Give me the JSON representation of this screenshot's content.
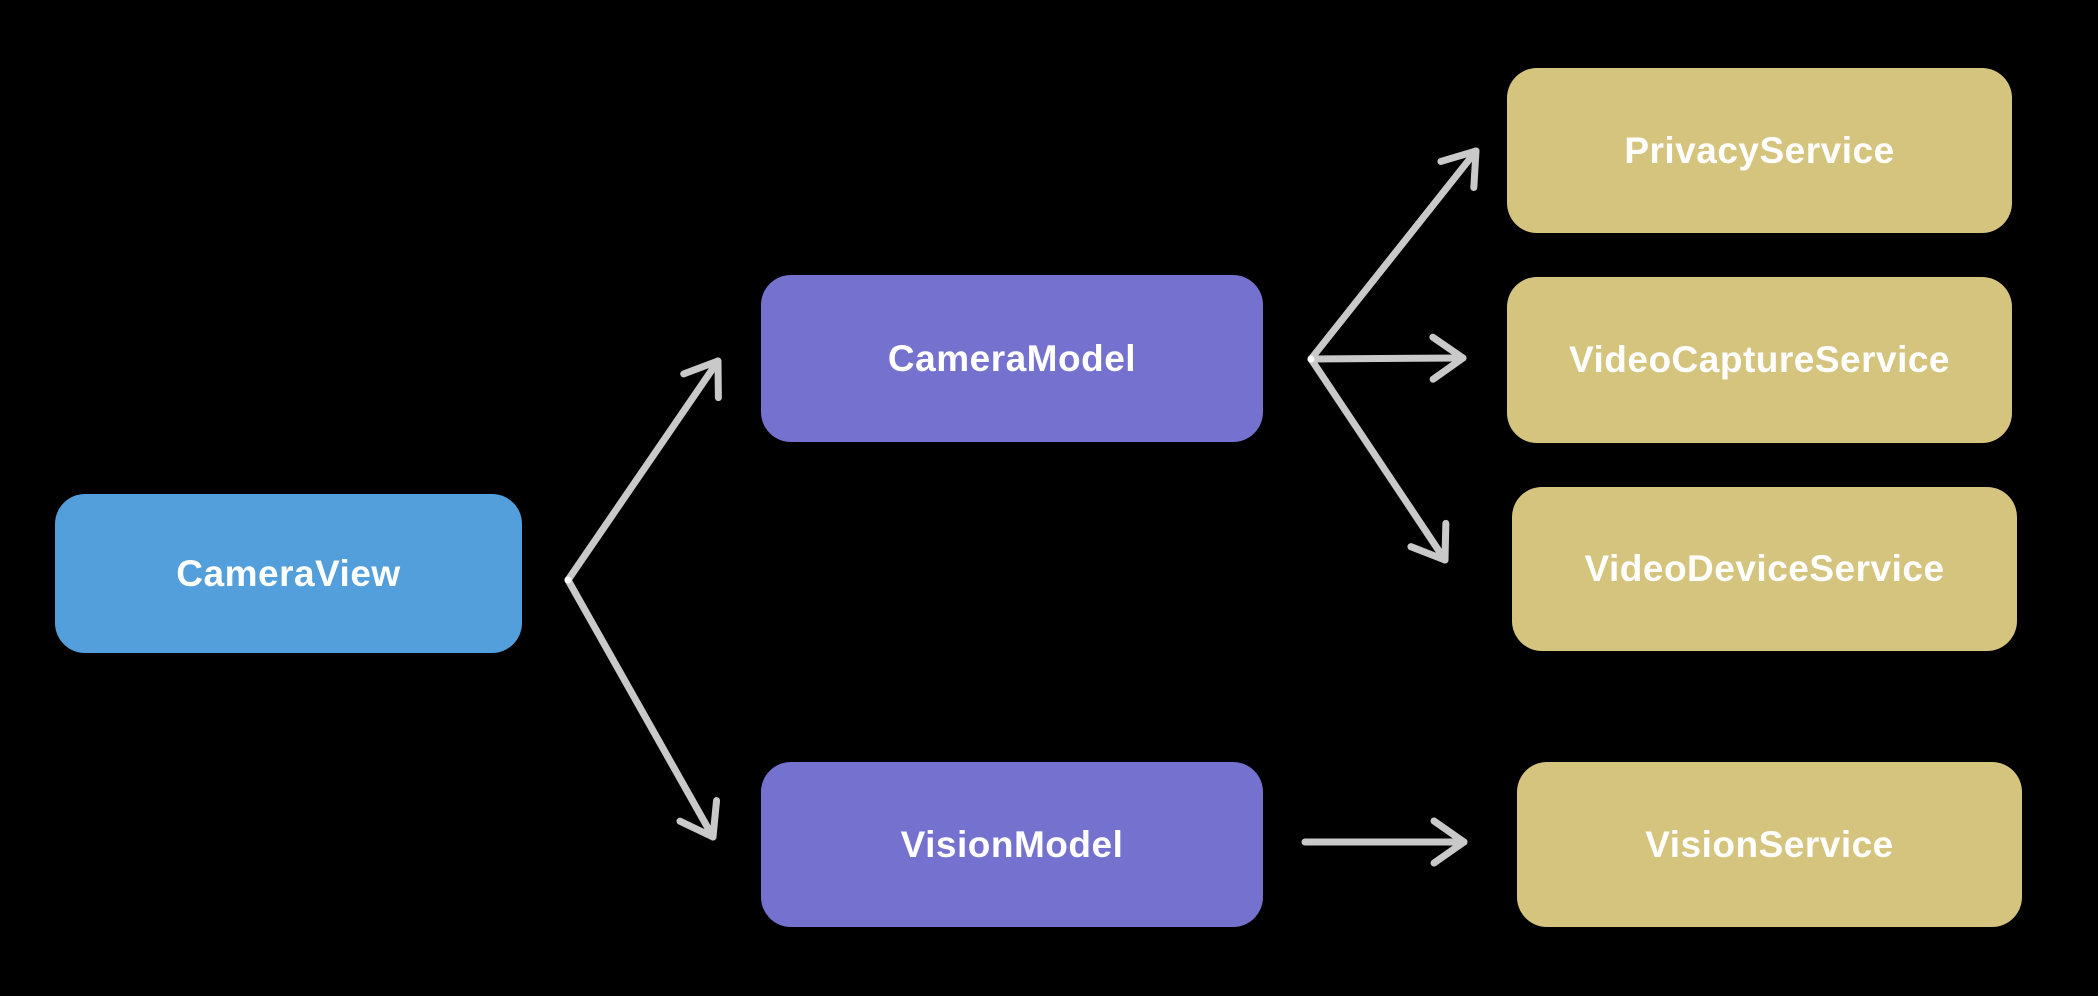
{
  "diagram": {
    "type": "flowchart",
    "direction": "left-to-right",
    "background_color": "#000000",
    "arrow_color": "#C9C9C9",
    "text_color": "#FFFFFF",
    "nodes": [
      {
        "id": "CameraView",
        "label": "CameraView",
        "color": "#539FDB",
        "role": "view"
      },
      {
        "id": "CameraModel",
        "label": "CameraModel",
        "color": "#7571CE",
        "role": "model"
      },
      {
        "id": "VisionModel",
        "label": "VisionModel",
        "color": "#7571CE",
        "role": "model"
      },
      {
        "id": "PrivacyService",
        "label": "PrivacyService",
        "color": "#D5C47E",
        "role": "service"
      },
      {
        "id": "VideoCaptureService",
        "label": "VideoCaptureService",
        "color": "#D5C47E",
        "role": "service"
      },
      {
        "id": "VideoDeviceService",
        "label": "VideoDeviceService",
        "color": "#D5C47E",
        "role": "service"
      },
      {
        "id": "VisionService",
        "label": "VisionService",
        "color": "#D5C47E",
        "role": "service"
      }
    ],
    "edges": [
      {
        "from": "CameraView",
        "to": "CameraModel"
      },
      {
        "from": "CameraView",
        "to": "VisionModel"
      },
      {
        "from": "CameraModel",
        "to": "PrivacyService"
      },
      {
        "from": "CameraModel",
        "to": "VideoCaptureService"
      },
      {
        "from": "CameraModel",
        "to": "VideoDeviceService"
      },
      {
        "from": "VisionModel",
        "to": "VisionService"
      }
    ]
  }
}
